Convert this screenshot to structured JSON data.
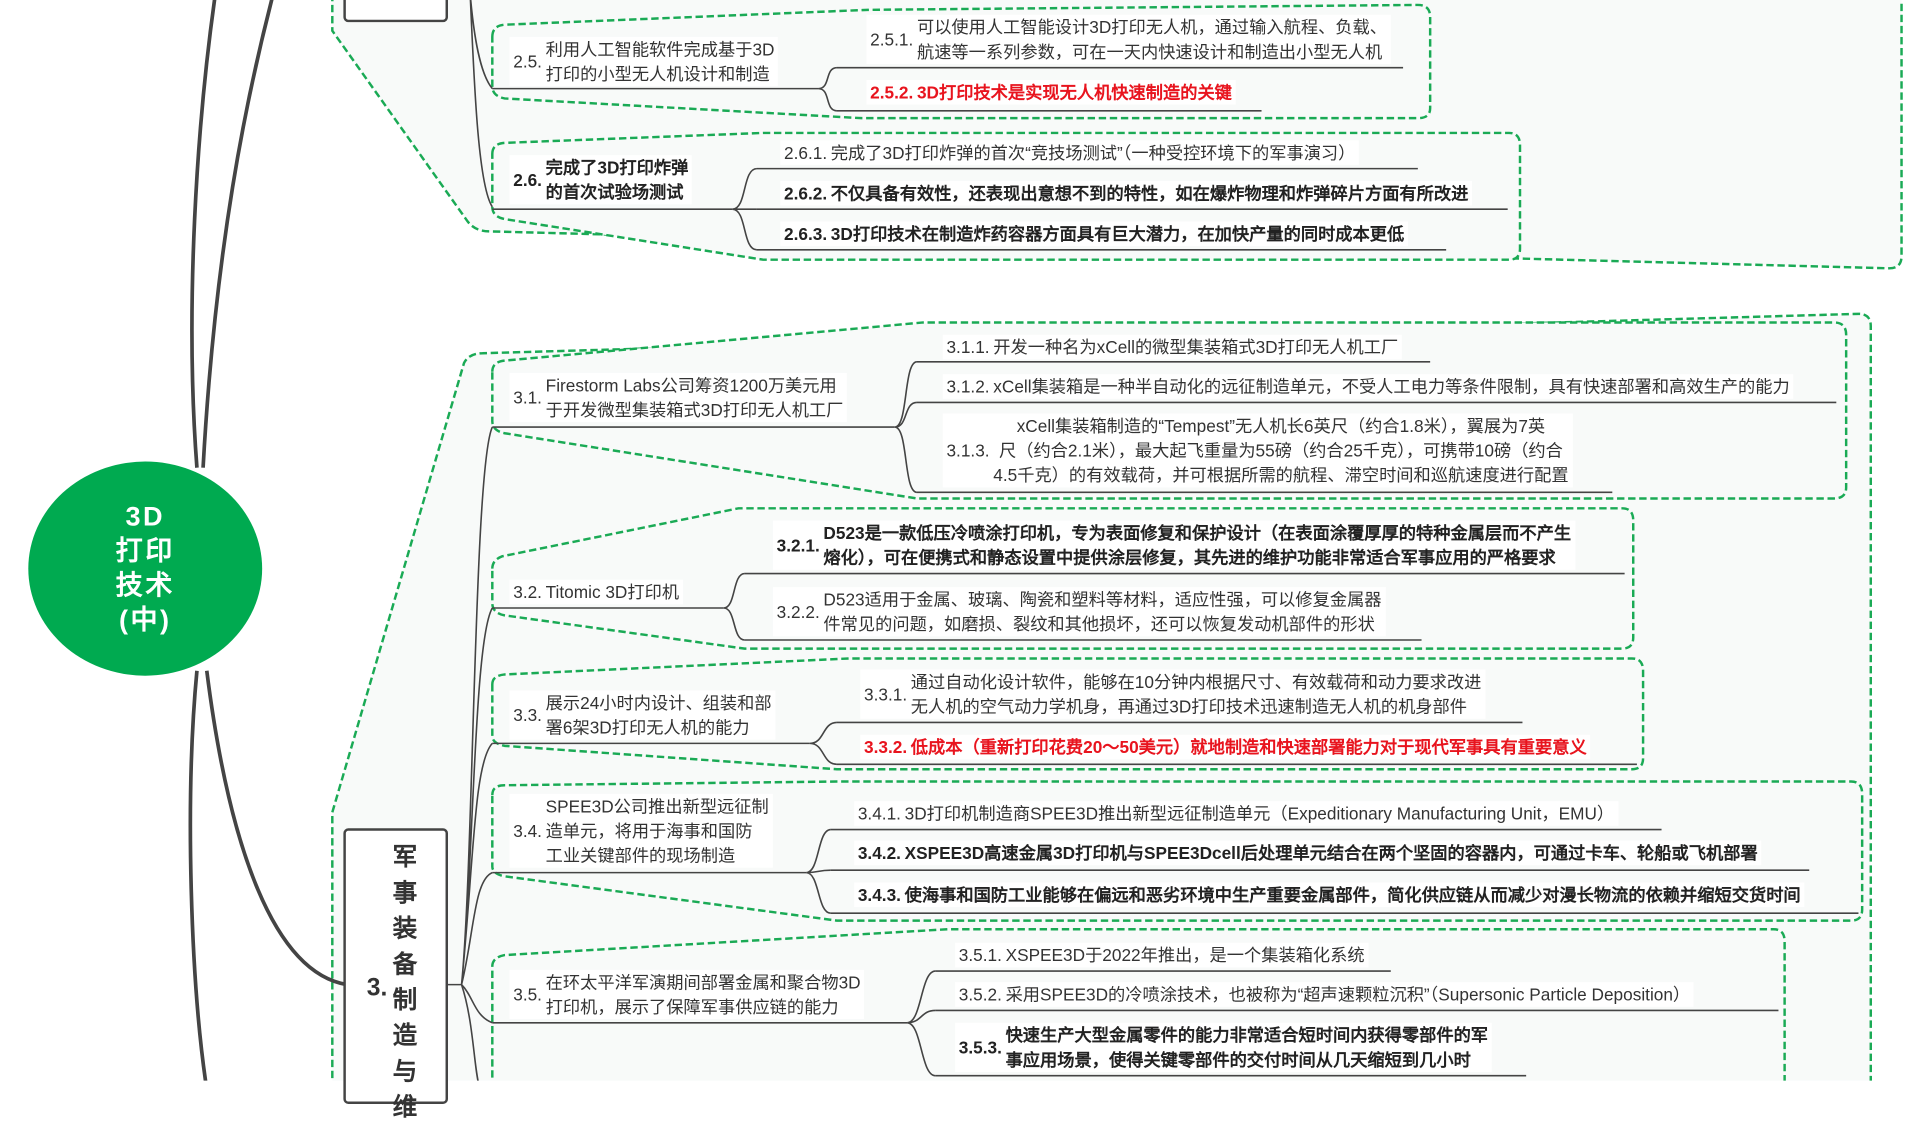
{
  "root": {
    "lines": [
      "3D",
      "打印",
      "技术",
      "(中)"
    ]
  },
  "colors": {
    "root": "#00aa50",
    "group_border": "#1aaa55",
    "highlight": "#e8141e",
    "line": "#444444"
  },
  "branch2": {
    "partial_title": "发"
  },
  "branch3": {
    "number": "3.",
    "title": "军事装备制造与维"
  },
  "nodes": {
    "n2_5": {
      "label": "2.5.",
      "text": "利用人工智能软件完成基于3D\n打印的小型无人机设计和制造"
    },
    "n2_5_1": {
      "label": "2.5.1.",
      "text": "可以使用人工智能设计3D打印无人机，通过输入航程、负载、\n航速等一系列参数，可在一天内快速设计和制造出小型无人机"
    },
    "n2_5_2": {
      "label": "2.5.2.",
      "text": "3D打印技术是实现无人机快速制造的关键"
    },
    "n2_6": {
      "label": "2.6.",
      "text": "完成了3D打印炸弹\n的首次试验场测试"
    },
    "n2_6_1": {
      "label": "2.6.1.",
      "text": "完成了3D打印炸弹的首次“竞技场测试”（一种受控环境下的军事演习）"
    },
    "n2_6_2": {
      "label": "2.6.2.",
      "text": "不仅具备有效性，还表现出意想不到的特性，如在爆炸物理和炸弹碎片方面有所改进"
    },
    "n2_6_3": {
      "label": "2.6.3.",
      "text": "3D打印技术在制造炸药容器方面具有巨大潜力，在加快产量的同时成本更低"
    },
    "n3_1": {
      "label": "3.1.",
      "text": "Firestorm Labs公司筹资1200万美元用\n于开发微型集装箱式3D打印无人机工厂"
    },
    "n3_1_1": {
      "label": "3.1.1.",
      "text": "开发一种名为xCell的微型集装箱式3D打印无人机工厂"
    },
    "n3_1_2": {
      "label": "3.1.2.",
      "text": "xCell集装箱是一种半自动化的远征制造单元，不受人工电力等条件限制，具有快速部署和高效生产的能力"
    },
    "n3_1_3": {
      "label": "3.1.3.",
      "text": "xCell集装箱制造的“Tempest”无人机长6英尺（约合1.8米），翼展为7英\n尺（约合2.1米），最大起飞重量为55磅（约合25千克），可携带10磅（约合\n4.5千克）的有效载荷，并可根据所需的航程、滞空时间和巡航速度进行配置"
    },
    "n3_2": {
      "label": "3.2.",
      "text": "Titomic 3D打印机"
    },
    "n3_2_1": {
      "label": "3.2.1.",
      "text": "D523是一款低压冷喷涂打印机，专为表面修复和保护设计（在表面涂覆厚厚的特种金属层而不产生\n熔化），可在便携式和静态设置中提供涂层修复，其先进的维护功能非常适合军事应用的严格要求"
    },
    "n3_2_2": {
      "label": "3.2.2.",
      "text": "D523适用于金属、玻璃、陶瓷和塑料等材料，适应性强，可以修复金属器\n件常见的问题，如磨损、裂纹和其他损坏，还可以恢复发动机部件的形状"
    },
    "n3_3": {
      "label": "3.3.",
      "text": "展示24小时内设计、组装和部\n署6架3D打印无人机的能力"
    },
    "n3_3_1": {
      "label": "3.3.1.",
      "text": "通过自动化设计软件，能够在10分钟内根据尺寸、有效载荷和动力要求改进\n无人机的空气动力学机身，再通过3D打印技术迅速制造无人机的机身部件"
    },
    "n3_3_2": {
      "label": "3.3.2.",
      "text": "低成本（重新打印花费20～50美元）就地制造和快速部署能力对于现代军事具有重要意义"
    },
    "n3_4": {
      "label": "3.4.",
      "text": "SPEE3D公司推出新型远征制\n造单元，将用于海事和国防\n工业关键部件的现场制造"
    },
    "n3_4_1": {
      "label": "3.4.1.",
      "text": "3D打印机制造商SPEE3D推出新型远征制造单元（Expeditionary Manufacturing Unit，EMU）"
    },
    "n3_4_2": {
      "label": "3.4.2.",
      "text": "XSPEE3D高速金属3D打印机与SPEE3Dcell后处理单元结合在两个坚固的容器内，可通过卡车、轮船或飞机部署"
    },
    "n3_4_3": {
      "label": "3.4.3.",
      "text": "使海事和国防工业能够在偏远和恶劣环境中生产重要金属部件，简化供应链从而减少对漫长物流的依赖并缩短交货时间"
    },
    "n3_5": {
      "label": "3.5.",
      "text": "在环太平洋军演期间部署金属和聚合物3D\n打印机，展示了保障军事供应链的能力"
    },
    "n3_5_1": {
      "label": "3.5.1.",
      "text": "XSPEE3D于2022年推出，是一个集装箱化系统"
    },
    "n3_5_2": {
      "label": "3.5.2.",
      "text": "采用SPEE3D的冷喷涂技术，也被称为“超声速颗粒沉积”（Supersonic Particle Deposition）"
    },
    "n3_5_3": {
      "label": "3.5.3.",
      "text": "快速生产大型金属零件的能力非常适合短时间内获得零部件的军\n事应用场景，使得关键零部件的交付时间从几天缩短到几小时"
    }
  }
}
